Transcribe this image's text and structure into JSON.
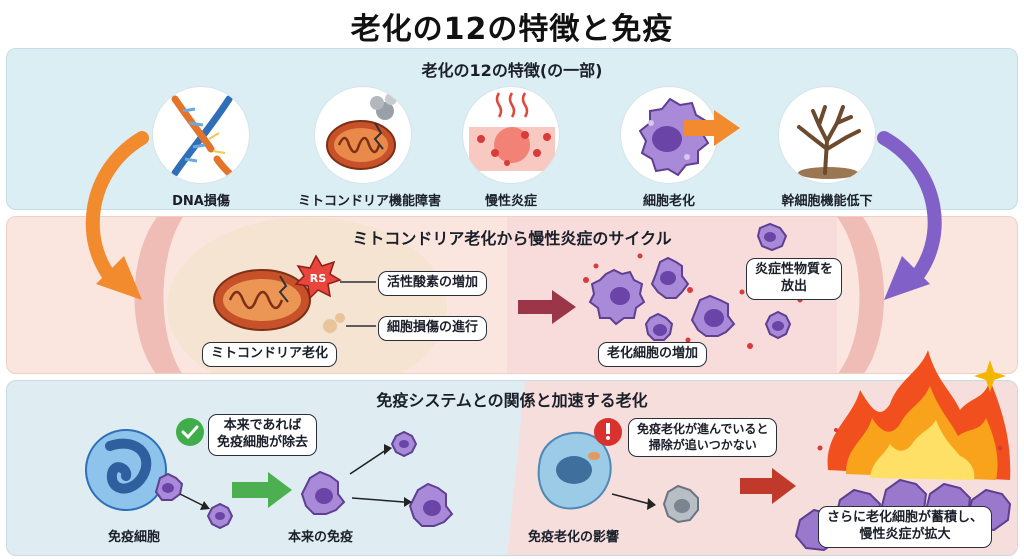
{
  "title": "老化の12の特徴と免疫",
  "hallmarks_section": {
    "heading": "老化の12の特徴(の一部)",
    "items": [
      {
        "label": "DNA損傷",
        "icon": "dna-helix-icon"
      },
      {
        "label": "ミトコンドリア機能障害",
        "icon": "damaged-mitochondria-icon"
      },
      {
        "label": "慢性炎症",
        "icon": "inflamed-tissue-icon"
      },
      {
        "label": "細胞老化",
        "icon": "senescent-cell-icon"
      },
      {
        "label": "幹細胞機能低下",
        "icon": "withered-tree-icon"
      }
    ]
  },
  "cycle_section": {
    "heading": "ミトコンドリア老化から慢性炎症のサイクル",
    "ros_label": "RS",
    "callout_ros": "活性酸素の増加",
    "callout_damage": "細胞損傷の進行",
    "mito_label": "ミトコンドリア老化",
    "callout_inflammatory_line1": "炎症性物質を",
    "callout_inflammatory_line2": "放出",
    "senescent_label": "老化細胞の増加"
  },
  "immune_section": {
    "heading": "免疫システムとの関係と加速する老化",
    "callout_normal_line1": "本来であれば",
    "callout_normal_line2": "免疫細胞が除去",
    "immune_cell_label": "免疫細胞",
    "normal_immunity_label": "本来の免疫",
    "callout_aging_line1": "免疫老化が進んでいると",
    "callout_aging_line2": "掃除が追いつかない",
    "aging_label": "免疫老化の影響",
    "callout_result_line1": "さらに老化細胞が蓄積し、",
    "callout_result_line2": "慢性炎症が拡大"
  },
  "colors": {
    "senescent_cell": "#8e6bc4",
    "immune_cell": "#5b9bd5",
    "arrow_orange": "#f28a2e",
    "arrow_purple": "#8160c8",
    "arrow_green": "#4caf50",
    "arrow_red": "#c0392b"
  }
}
